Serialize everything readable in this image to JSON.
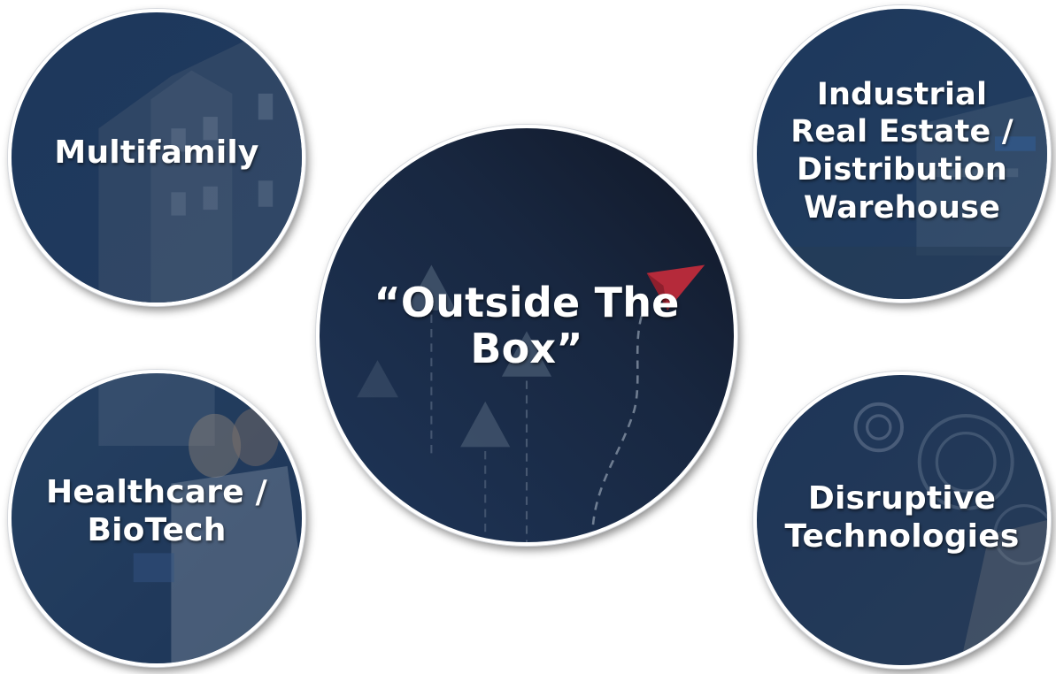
{
  "circles": {
    "multifamily": {
      "lines": [
        "Multifamily"
      ]
    },
    "industrial": {
      "lines": [
        "Industrial",
        "Real Estate /",
        "Distribution",
        "Warehouse"
      ]
    },
    "healthcare": {
      "lines": [
        "Healthcare /",
        "BioTech"
      ]
    },
    "disruptive": {
      "lines": [
        "Disruptive",
        "Technologies"
      ]
    },
    "center": {
      "lines": [
        "“Outside The Box”"
      ]
    }
  },
  "colors": {
    "navy": "#1d3454",
    "navy_dark": "#141f30",
    "border": "#ffffff",
    "red_plane": "#b52a3a",
    "faint_plane": "#5a6b82"
  },
  "icons": {
    "multifamily": "townhouse-building",
    "industrial": "warehouse-building",
    "healthcare": "lab-scientists",
    "disruptive": "technology-gears",
    "center": "paper-airplanes"
  }
}
